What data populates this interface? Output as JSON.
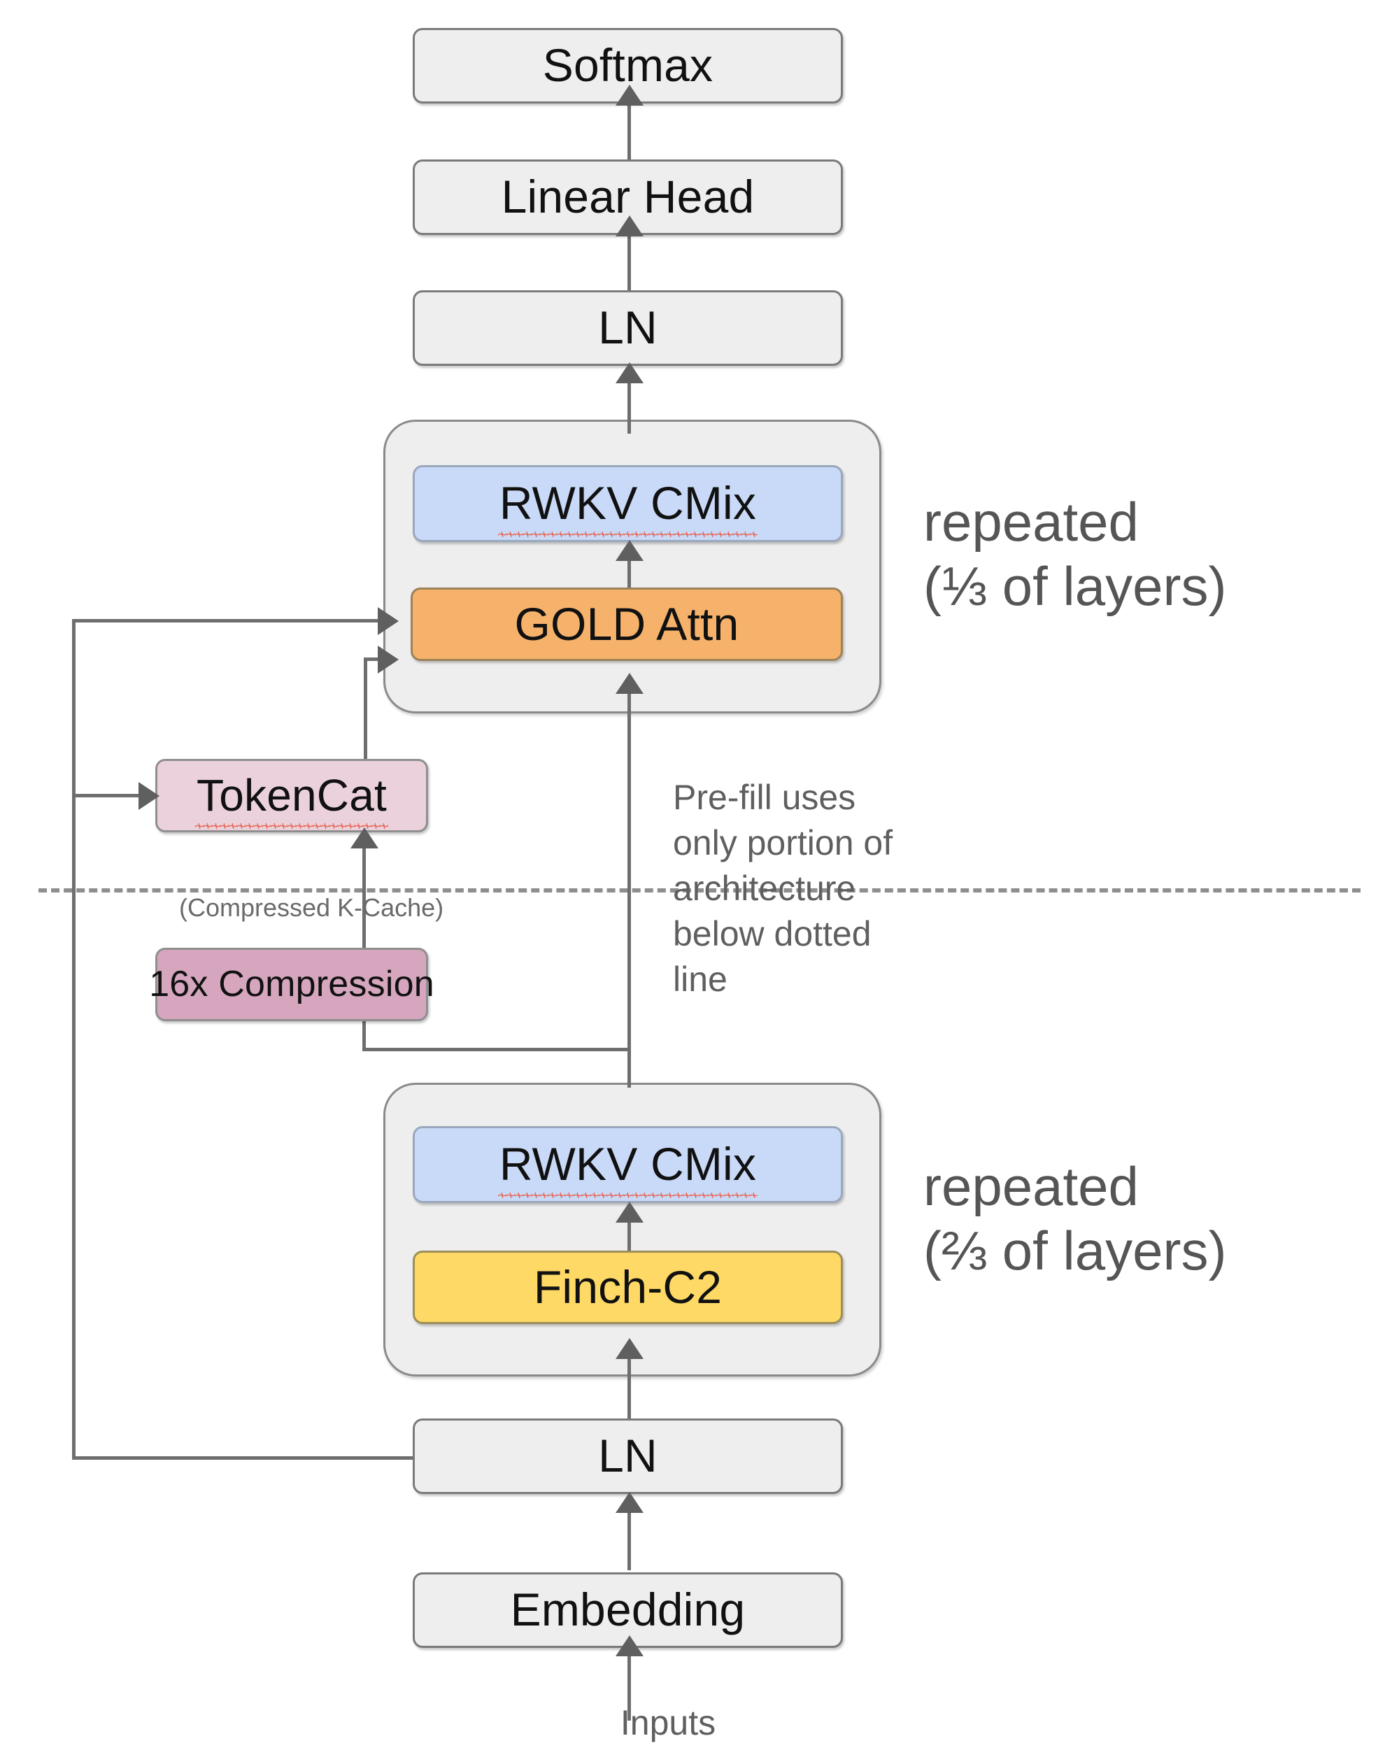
{
  "diagram": {
    "title": "Hybrid RWKV / GOLD attention language model architecture",
    "colors": {
      "plain_box_fill": "#eeeeee",
      "cmix_fill": "#c9daf8",
      "gold_attn_fill": "#f6b26b",
      "tokencat_fill": "#ead1dc",
      "compression_fill": "#d5a6bd",
      "finch_fill": "#ffd966",
      "border": "#7a7a7a",
      "connector": "#6e6e6e",
      "text": "#111111",
      "annotation_text": "#5a5a5a",
      "spellcheck_squiggle": "#e8604d"
    },
    "nodes": {
      "softmax": "Softmax",
      "linear_head": "Linear Head",
      "top_ln": "LN",
      "upper_cmix": "RWKV CMix",
      "gold_attn": "GOLD Attn",
      "tokencat": "TokenCat",
      "compression": "16x Compression",
      "lower_cmix": "RWKV CMix",
      "finch": "Finch-C2",
      "bottom_ln": "LN",
      "embedding": "Embedding"
    },
    "annotations": {
      "upper_repeat": "repeated\n(⅓ of layers)",
      "lower_repeat": "repeated\n(⅔ of layers)",
      "prefill_note": "Pre-fill uses\nonly portion of\narchitecture\nbelow dotted\nline",
      "kcache_label": "(Compressed K-Cache)",
      "inputs_label": "Inputs"
    }
  }
}
